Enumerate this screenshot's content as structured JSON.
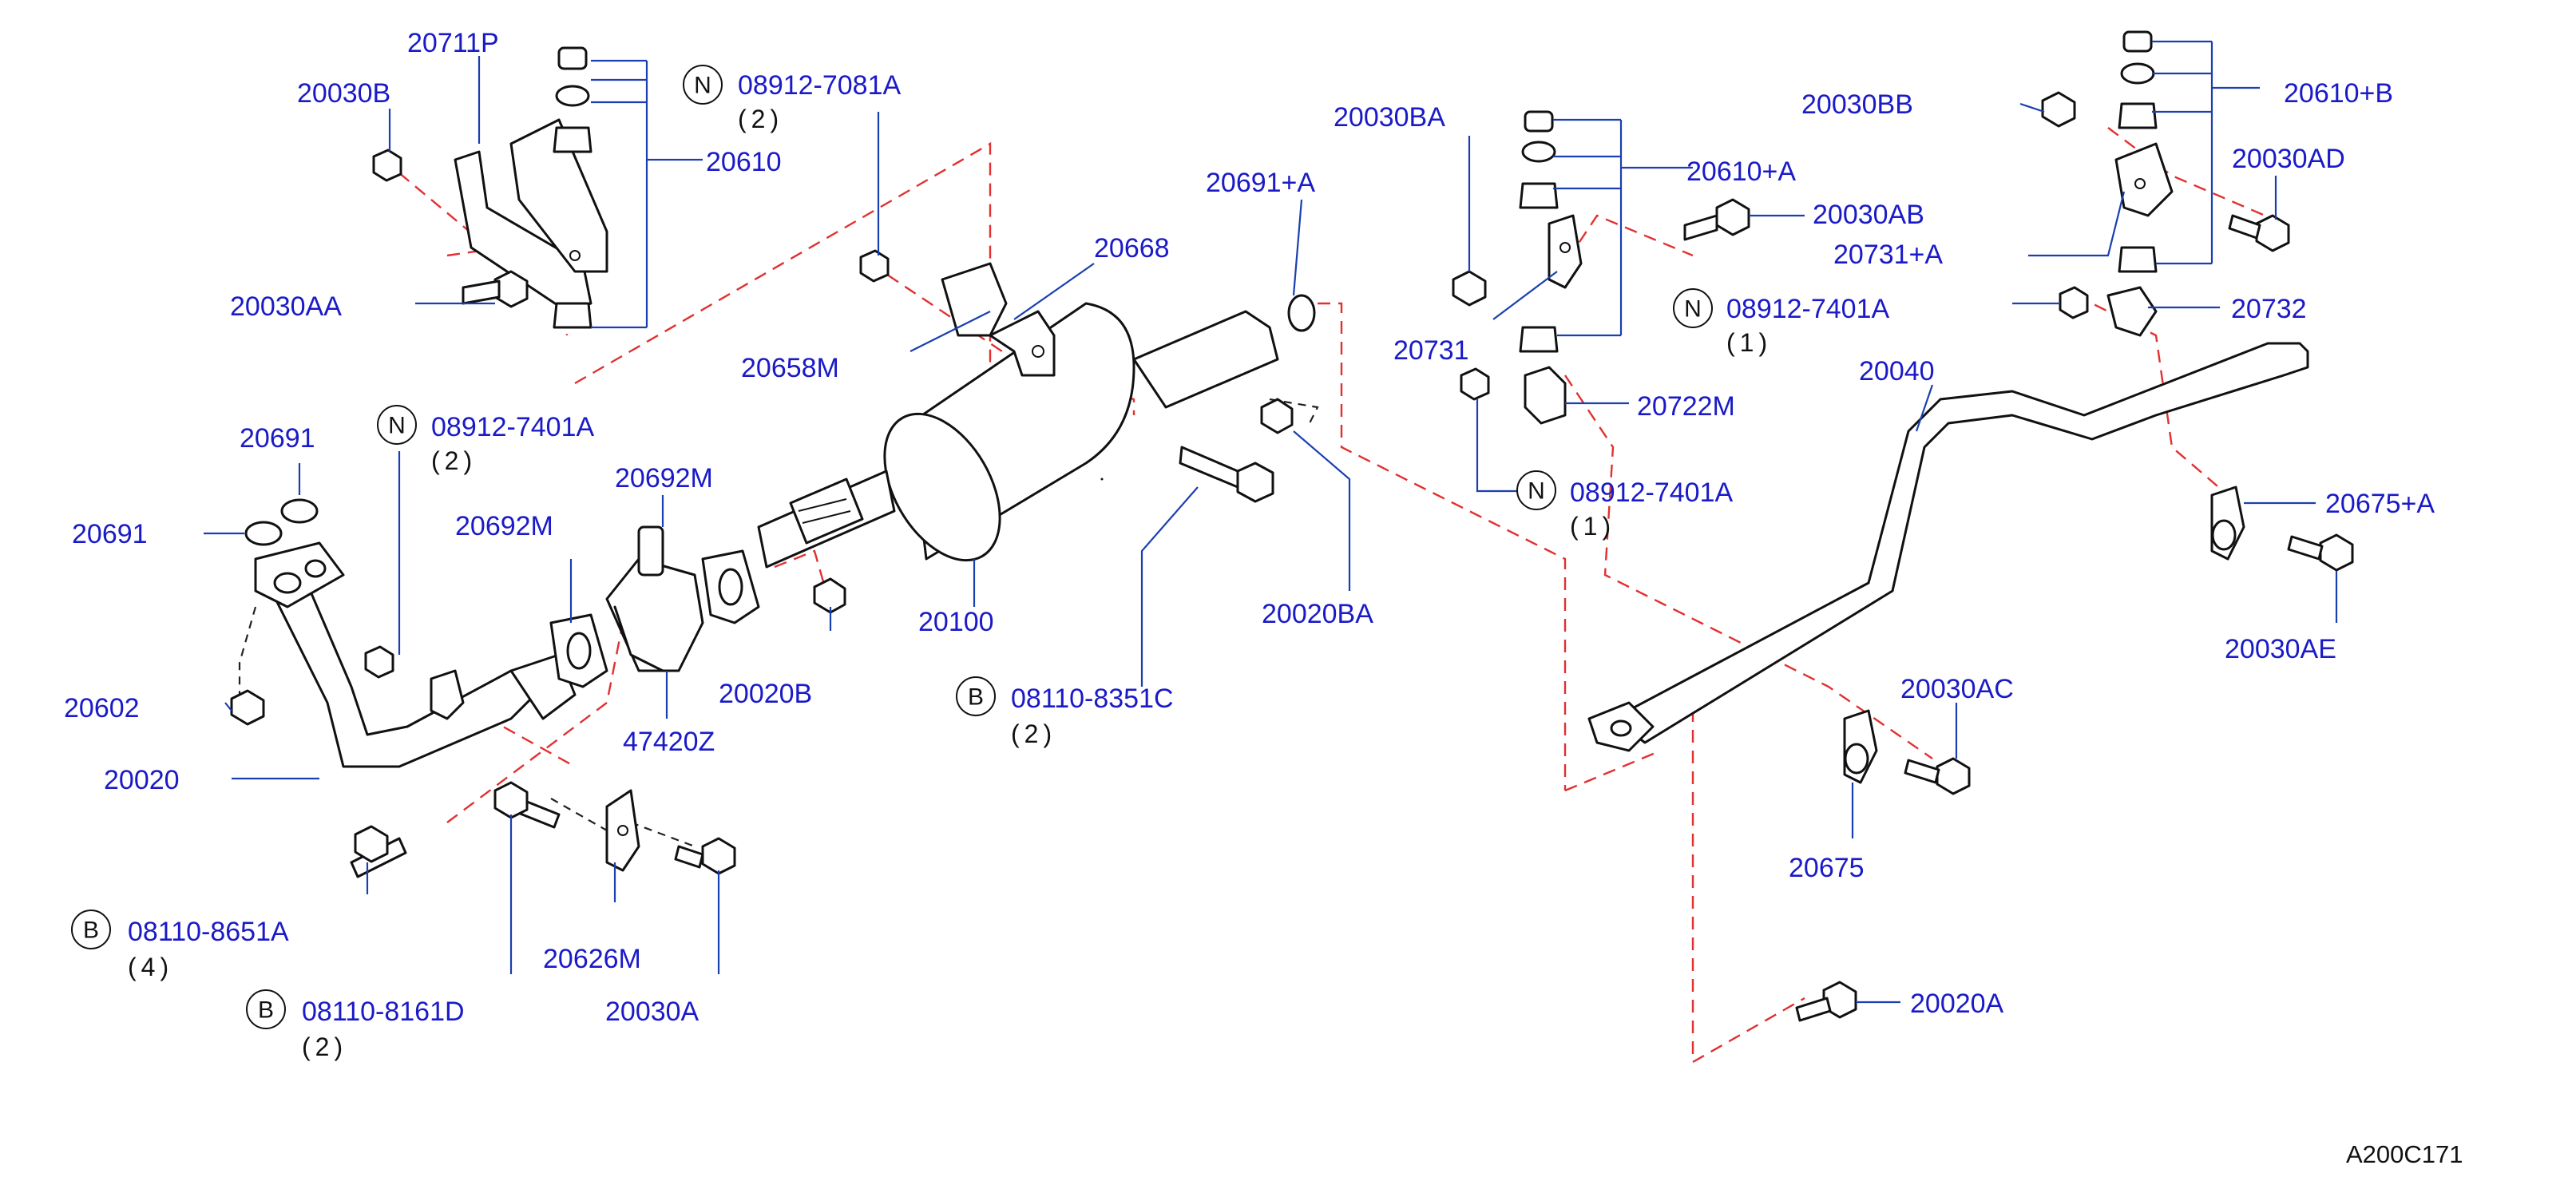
{
  "diagram_id": "A200C171",
  "symbols": {
    "nut_symbol": "N",
    "bolt_symbol": "B"
  },
  "labels": {
    "p20711P": "20711P",
    "p20030B": "20030B",
    "p20610": "20610",
    "p20030AA": "20030AA",
    "n08912_7081A": "08912-7081A",
    "n08912_7081A_qty": "(2)",
    "p20668": "20668",
    "p20658M": "20658M",
    "p20691A": "20691+A",
    "p20691_top": "20691",
    "p20691_left": "20691",
    "n08912_7401A_left": "08912-7401A",
    "n08912_7401A_left_qty": "(2)",
    "p20692M_right": "20692M",
    "p20692M_left": "20692M",
    "p20602": "20602",
    "p20020": "20020",
    "p47420Z": "47420Z",
    "p20020B": "20020B",
    "p20100": "20100",
    "b08110_8351C": "08110-8351C",
    "b08110_8351C_qty": "(2)",
    "p20020BA": "20020BA",
    "b08110_8651A": "08110-8651A",
    "b08110_8651A_qty": "(4)",
    "b08110_8161D": "08110-8161D",
    "b08110_8161D_qty": "(2)",
    "p20626M": "20626M",
    "p20030A": "20030A",
    "p20030BA": "20030BA",
    "p20610A": "20610+A",
    "p20030AB": "20030AB",
    "n08912_7401A_mid": "08912-7401A",
    "n08912_7401A_mid_qty": "(1)",
    "p20731": "20731",
    "p20722M": "20722M",
    "n08912_7401A_low": "08912-7401A",
    "n08912_7401A_low_qty": "(1)",
    "p20030BB": "20030BB",
    "p20610B": "20610+B",
    "p20030AD": "20030AD",
    "p20731A": "20731+A",
    "p20732": "20732",
    "p20040": "20040",
    "p20675A": "20675+A",
    "p20030AE": "20030AE",
    "p20030AC": "20030AC",
    "p20675": "20675",
    "p20020A": "20020A"
  }
}
